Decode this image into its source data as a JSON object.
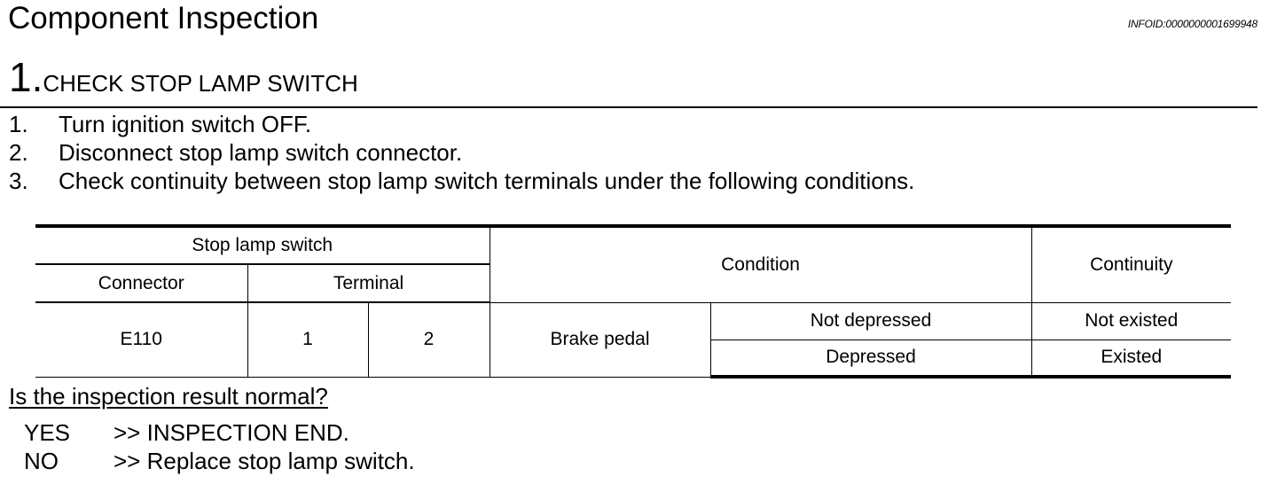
{
  "header": {
    "title": "Component Inspection",
    "info_id": "INFOID:0000000001699948"
  },
  "step": {
    "number": "1.",
    "title": "CHECK STOP LAMP SWITCH"
  },
  "instructions": [
    {
      "num": "1.",
      "text": "Turn ignition switch OFF."
    },
    {
      "num": "2.",
      "text": "Disconnect stop lamp switch connector."
    },
    {
      "num": "3.",
      "text": "Check continuity between stop lamp switch terminals under the following conditions."
    }
  ],
  "table": {
    "group_header": "Stop lamp switch",
    "connector_header": "Connector",
    "terminal_header": "Terminal",
    "condition_header": "Condition",
    "continuity_header": "Continuity",
    "connector": "E110",
    "terminal_a": "1",
    "terminal_b": "2",
    "condition_item": "Brake pedal",
    "rows": [
      {
        "state": "Not depressed",
        "continuity": "Not existed"
      },
      {
        "state": "Depressed",
        "continuity": "Existed"
      }
    ]
  },
  "question": "Is the inspection result normal?",
  "answers": [
    {
      "key": "YES",
      "value": ">> INSPECTION END."
    },
    {
      "key": "NO",
      "value": ">> Replace stop lamp switch."
    }
  ]
}
